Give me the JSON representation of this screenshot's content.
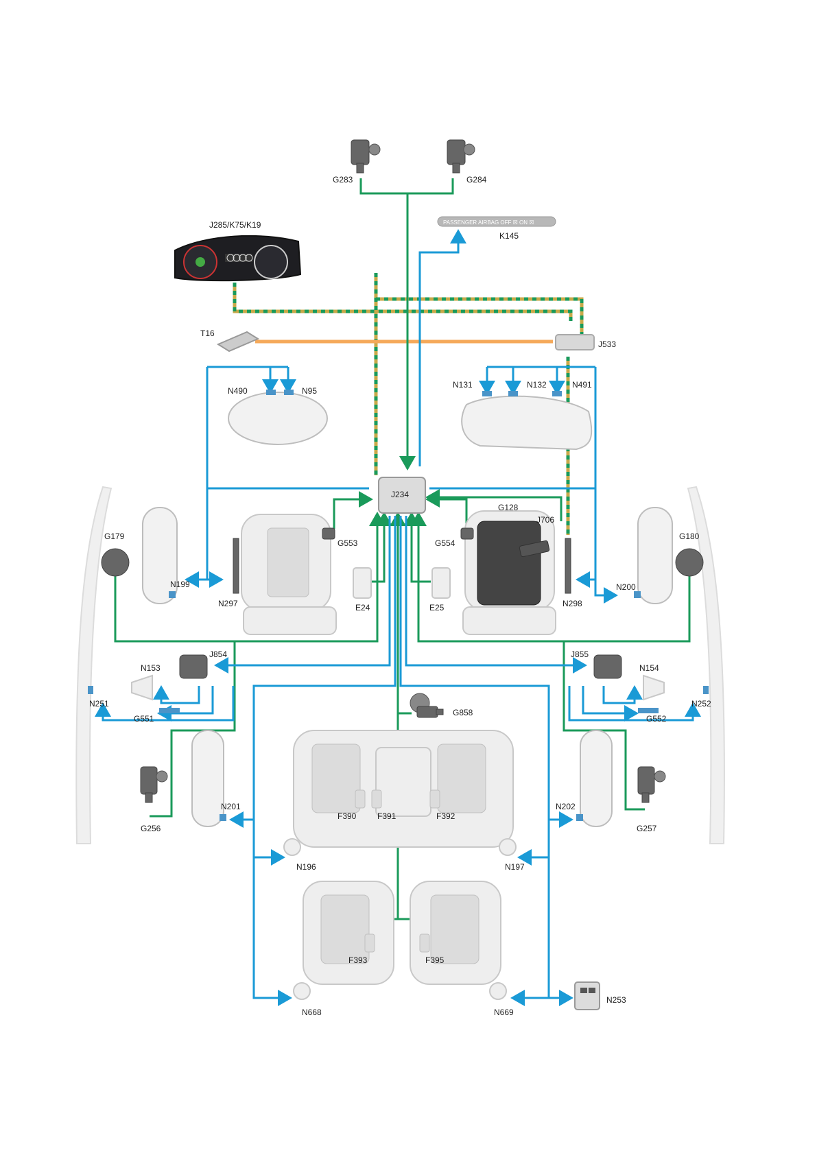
{
  "cluster": {
    "label": "J285/K75/K19"
  },
  "k145": {
    "label": "K145",
    "text": "PASSENGER AIRBAG OFF ☒ ON ☒"
  },
  "labels": {
    "G283": "G283",
    "G284": "G284",
    "T16": "T16",
    "J533": "J533",
    "N490": "N490",
    "N95": "N95",
    "N131": "N131",
    "N132": "N132",
    "N491": "N491",
    "J234": "J234",
    "G128": "G128",
    "J706": "J706",
    "G179": "G179",
    "G180": "G180",
    "G553": "G553",
    "G554": "G554",
    "N199": "N199",
    "N297": "N297",
    "N200": "N200",
    "N298": "N298",
    "E24": "E24",
    "E25": "E25",
    "J854": "J854",
    "J855": "J855",
    "N153": "N153",
    "N154": "N154",
    "N251": "N251",
    "N252": "N252",
    "G551": "G551",
    "G552": "G552",
    "G858": "G858",
    "G256": "G256",
    "G257": "G257",
    "N201": "N201",
    "N202": "N202",
    "F390": "F390",
    "F391": "F391",
    "F392": "F392",
    "N196": "N196",
    "N197": "N197",
    "F393": "F393",
    "F395": "F395",
    "N668": "N668",
    "N669": "N669",
    "N253": "N253"
  },
  "colors": {
    "green_wire": "#1a9a5a",
    "blue_wire": "#1a9ad6",
    "orange_wire": "#f5a95a",
    "bus_wire": "#c9a94a"
  }
}
